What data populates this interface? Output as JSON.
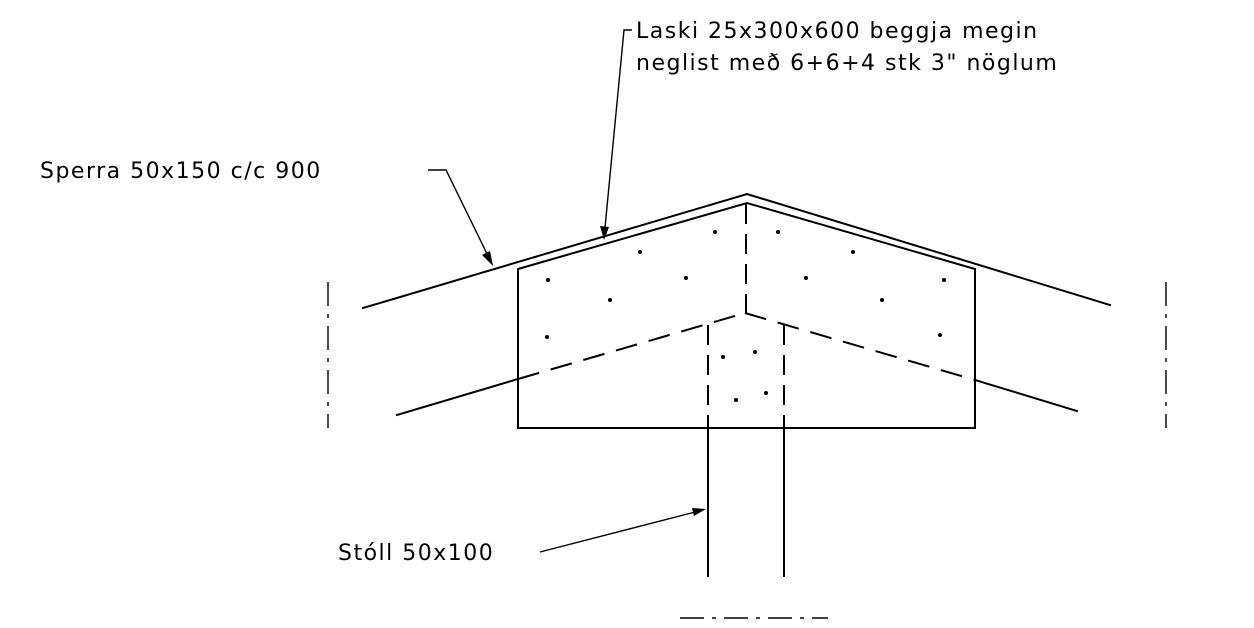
{
  "labels": {
    "lap_line1": "Laski 25x300x600 beggja megin",
    "lap_line2": "neglist með 6+6+4 stk 3\" nöglum",
    "rafter": "Sperra 50x150 c/c 900",
    "post": "Stóll 50x100"
  }
}
